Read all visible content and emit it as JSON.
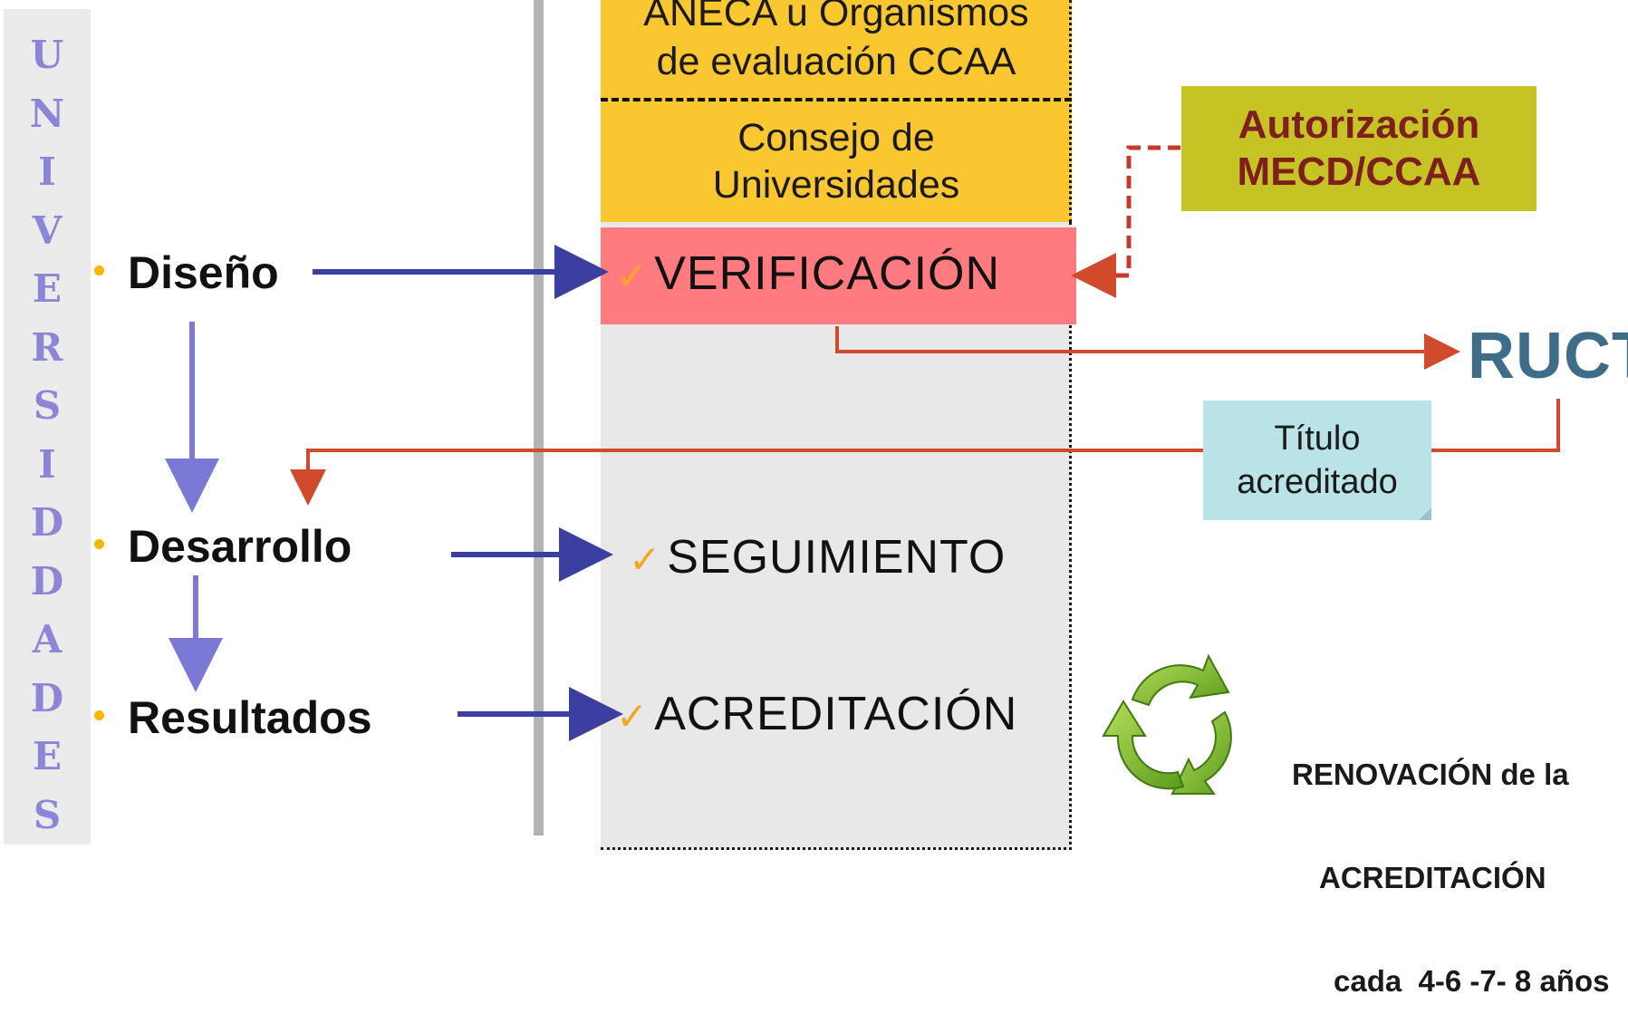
{
  "left_band": {
    "letters": [
      "U",
      "N",
      "I",
      "V",
      "E",
      "R",
      "S",
      "I",
      "D",
      "D",
      "A",
      "D",
      "E",
      "S"
    ]
  },
  "central": {
    "org_line1": "ANECA u Organismos",
    "org_line2": "de evaluación CCAA",
    "consejo_line1": "Consejo de",
    "consejo_line2": "Universidades",
    "verificacion": "VERIFICACIÓN",
    "seguimiento": "SEGUIMIENTO",
    "acreditacion": "ACREDITACIÓN",
    "check_mark": "✓"
  },
  "phases": {
    "diseno": "Diseño",
    "desarrollo": "Desarrollo",
    "resultados": "Resultados"
  },
  "autorizacion": {
    "line1": "Autorización",
    "line2": "MECD/CCAA"
  },
  "ruct": "RUCT",
  "titulo": {
    "line1": "Título",
    "line2": "acreditado"
  },
  "renovacion": {
    "line1": "RENOVACIÓN de la",
    "line2": "ACREDITACIÓN",
    "line3": "cada  4-6 -7- 8 años"
  },
  "colors": {
    "univ_letters": "#8c86d6",
    "yellow": "#fbc730",
    "verificacion_bg": "#ff7b7f",
    "autorizacion_bg": "#c6c424",
    "autorizacion_text": "#7f1e1e",
    "ruct_text": "#3e6d8a",
    "titulo_bg": "#b9e3e7",
    "arrow_blue": "#3b3fa0",
    "arrow_purple": "#7b78d6",
    "arrow_red": "#d24a2c",
    "recycle_green": "#7ab82e"
  },
  "icons": [
    "check-icon",
    "recycle-icon",
    "bullet-dot-icon"
  ]
}
